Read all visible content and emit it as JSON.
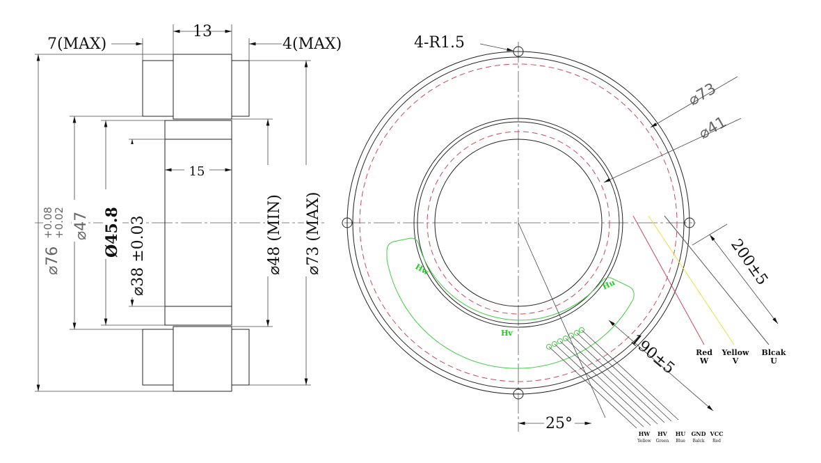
{
  "side_view": {
    "width_13": "13",
    "left_overhang": "7(MAX)",
    "right_overhang": "4(MAX)",
    "inner_width": "15",
    "outer_diameter": "⌀76",
    "outer_tol_upper": "+0.08",
    "outer_tol_lower": "+0.02",
    "d47": "⌀47",
    "d45_8": "Ø45.8",
    "d38": "⌀38 ±0.03",
    "d48": "⌀48 (MIN)",
    "d73": "⌀73 (MAX)"
  },
  "front_view": {
    "notch_radius": "4-R1.5",
    "d73": "⌀73",
    "d41": "⌀41",
    "lead_length_1": "200±5",
    "lead_length_2": "190±5",
    "angle": "25°",
    "sensors": [
      "Hw",
      "Hv",
      "Hu"
    ],
    "phase_wires": [
      {
        "color": "Red",
        "phase": "W",
        "hex": "#c8485a"
      },
      {
        "color": "Yellow",
        "phase": "V",
        "hex": "#e6e040"
      },
      {
        "color": "Blcak",
        "phase": "U",
        "hex": "#555555"
      }
    ],
    "hall_wires": [
      {
        "signal": "HW",
        "color": "Yellow"
      },
      {
        "signal": "HV",
        "color": "Green"
      },
      {
        "signal": "HU",
        "color": "Blue"
      },
      {
        "signal": "GND",
        "color": "Balck"
      },
      {
        "signal": "VCC",
        "color": "Red"
      }
    ]
  }
}
